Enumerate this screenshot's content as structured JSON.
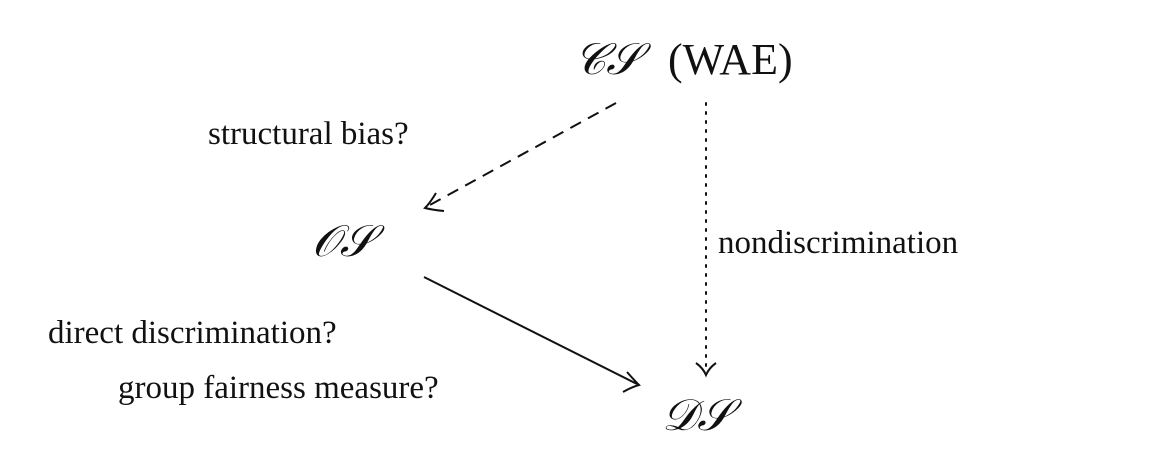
{
  "nodes": {
    "cs": {
      "symbol": "𝒞𝒮",
      "suffix": "(WAE)"
    },
    "os": {
      "symbol": "𝒪𝒮"
    },
    "ds": {
      "symbol": "𝒟𝒮"
    }
  },
  "edges": {
    "cs_to_os": {
      "label": "structural bias?",
      "style": "dashed"
    },
    "cs_to_ds": {
      "label": "nondiscrimination",
      "style": "dotted"
    },
    "os_to_ds": {
      "label_line1": "direct discrimination?",
      "label_line2": "group fairness measure?",
      "style": "solid"
    }
  },
  "colors": {
    "ink": "#111111",
    "background": "#ffffff"
  }
}
